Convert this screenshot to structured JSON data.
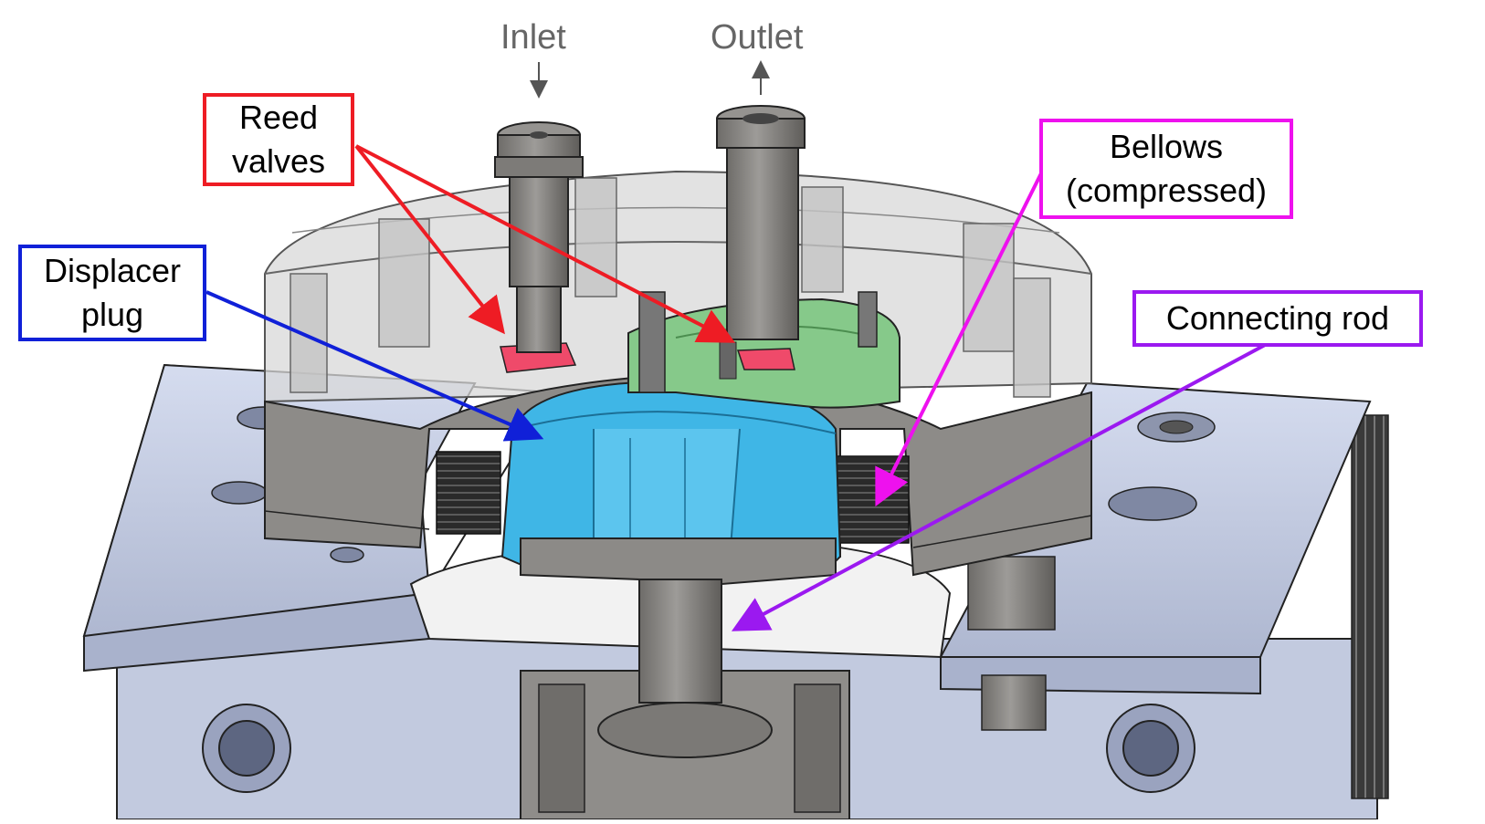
{
  "flow_labels": {
    "inlet": "Inlet",
    "outlet": "Outlet"
  },
  "callouts": {
    "reed_valves": {
      "text": "Reed\nvalves",
      "color": "#ee1c24"
    },
    "displacer_plug": {
      "text": "Displacer\nplug",
      "color": "#1020d8"
    },
    "bellows": {
      "text": "Bellows\n(compressed)",
      "color": "#ee11ee"
    },
    "connecting_rod": {
      "text": "Connecting rod",
      "color": "#9b19f0"
    }
  },
  "part_colors": {
    "metal": "#8c8a87",
    "metal_dark": "#6d6b68",
    "plate": "#c8d0e6",
    "plate_dark": "#a9b2cc",
    "glass": "#cfcfcf",
    "displacer": "#3fb6e6",
    "valve_body": "#86c98a",
    "valve": "#ef4a6a",
    "bellows": "#2c2c2c"
  }
}
